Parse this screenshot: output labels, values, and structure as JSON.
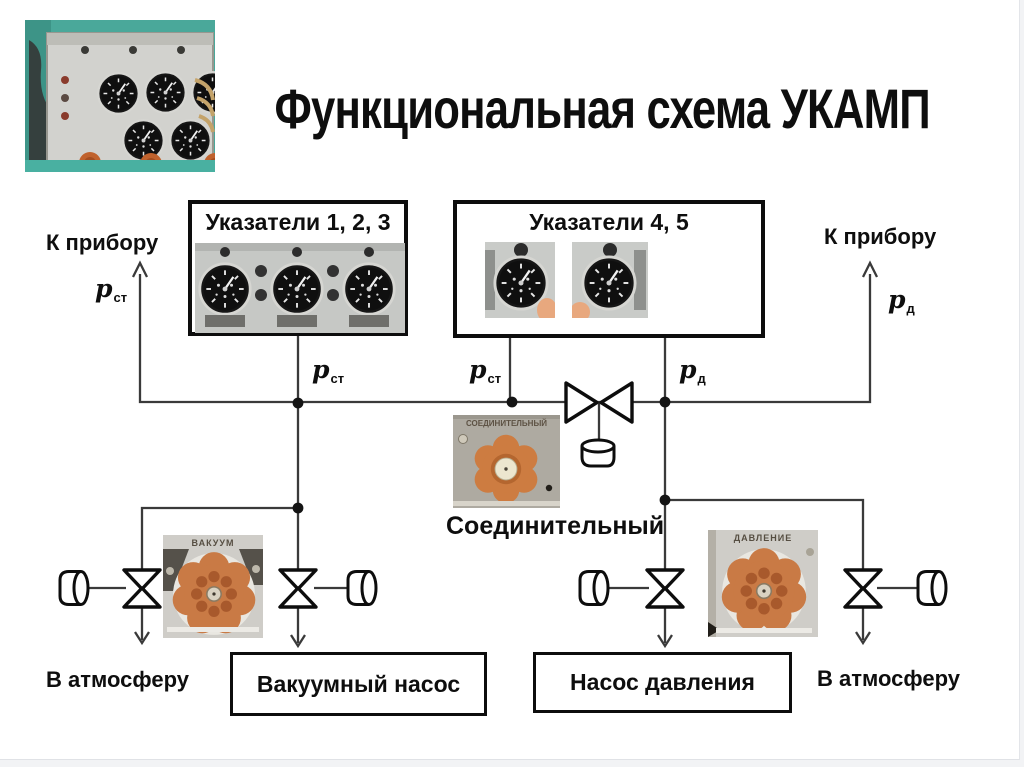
{
  "title": "Функциональная схема УКАМП",
  "boxes": {
    "indicators123": {
      "label": "Указатели 1, 2, 3"
    },
    "indicators45": {
      "label": "Указатели 4, 5"
    },
    "vacuum_pump": {
      "label": "Вакуумный насос"
    },
    "pressure_pump": {
      "label": "Насос давления"
    }
  },
  "labels": {
    "to_device_left": "К прибору",
    "to_device_right": "К прибору",
    "to_atmosphere_left": "В атмосферу",
    "to_atmosphere_right": "В атмосферу",
    "connector_valve": "Соединительный"
  },
  "pressure_labels": {
    "left_static": {
      "base": "p",
      "sub": "ст"
    },
    "line_static_1": {
      "base": "p",
      "sub": "ст"
    },
    "line_static_2": {
      "base": "p",
      "sub": "ст"
    },
    "line_dynamic": {
      "base": "p",
      "sub": "д"
    },
    "right_dynamic": {
      "base": "p",
      "sub": "д"
    }
  },
  "knob_photos": {
    "connector": {
      "label": "СОЕДИНИТЕЛЬНЫЙ"
    },
    "vacuum": {
      "label": "ВАКУУМ"
    },
    "pressure": {
      "label": "ДАВЛЕНИЕ"
    }
  },
  "colors": {
    "line": "#3a3a3a",
    "box_border": "#0d0d0d",
    "knob_orange": "#c97a45",
    "panel_gray": "#c9c9c5",
    "device_teal": "#45a99b"
  }
}
